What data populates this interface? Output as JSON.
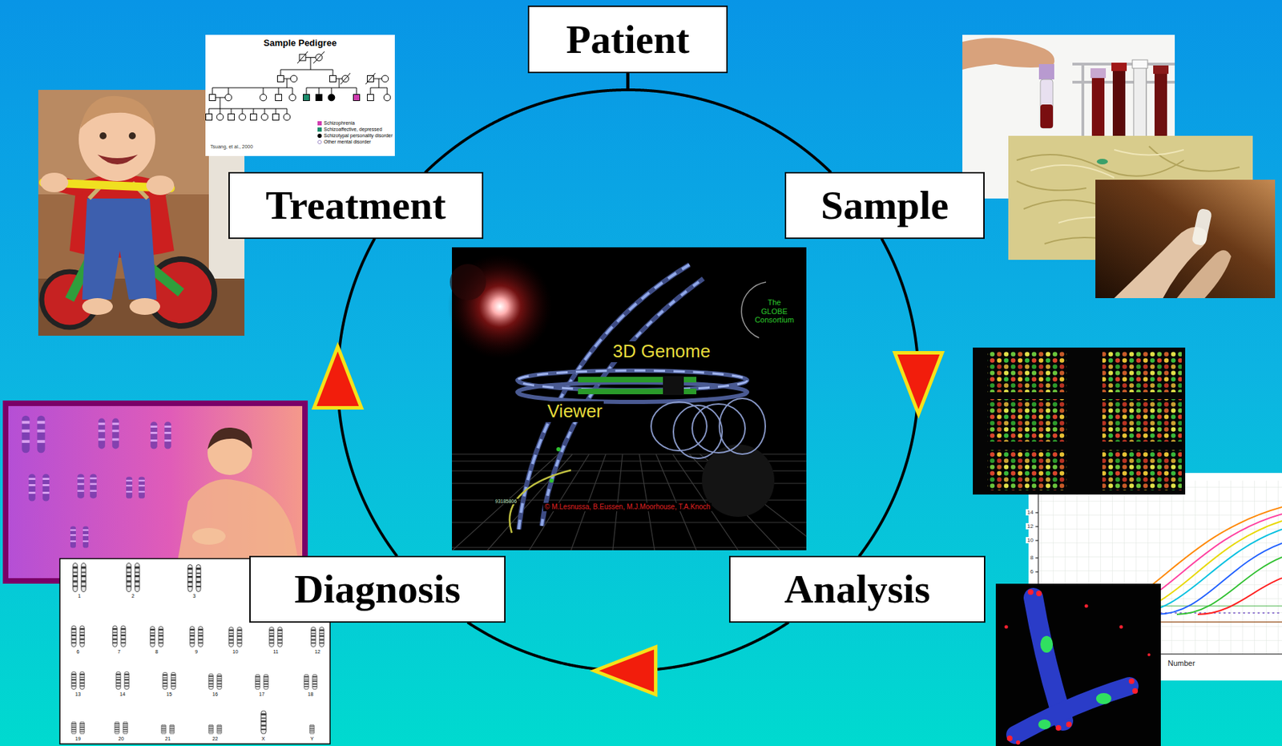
{
  "diagram": {
    "nodes": [
      {
        "text": [
          "Patient"
        ]
      },
      {
        "text": [
          "Treatment"
        ]
      },
      {
        "text": [
          "Sample"
        ]
      },
      {
        "text": [
          "Diagnosis"
        ]
      },
      {
        "text": [
          "Analysis"
        ]
      }
    ],
    "edges": [
      {
        "from": 0,
        "to": 2,
        "arrow": "none"
      },
      {
        "from": 2,
        "to": 4,
        "arrow": "to"
      },
      {
        "from": 4,
        "to": 3,
        "arrow": "to"
      },
      {
        "from": 3,
        "to": 1,
        "arrow": "to"
      },
      {
        "from": 1,
        "to": 0,
        "arrow": "none"
      }
    ],
    "labels": [
      "Sample Pedigree",
      "Tsuang, et al., 2000",
      "3D Genome",
      "Viewer",
      "The GLOBE Consortium",
      "93185806",
      "© M.Lesnussa, B.Eussen, M.J.Moorhouse, T.A.Knoch",
      "14",
      "12",
      "10",
      "8",
      "6",
      "Number",
      "1",
      "2",
      "3",
      "6",
      "7",
      "8",
      "9",
      "10",
      "11",
      "12",
      "13",
      "14",
      "15",
      "16",
      "17",
      "18",
      "19",
      "20",
      "21",
      "22",
      "X",
      "Y"
    ],
    "legend": [
      {
        "text": "Schizophrenia",
        "color": "#d03cb0"
      },
      {
        "text": "Schizoaffective, depressed",
        "color": "#1d8c6c"
      },
      {
        "text": "Schizotypal personality disorder"
      },
      {
        "text": "Other mental disorder"
      }
    ]
  }
}
